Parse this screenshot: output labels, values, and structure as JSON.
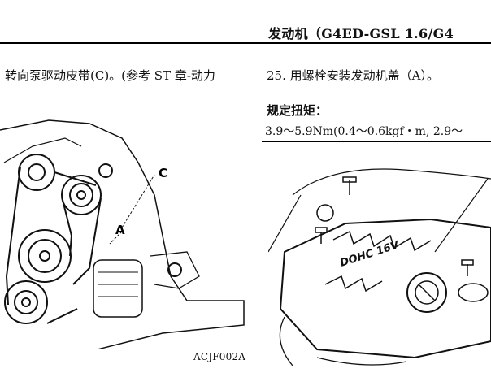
{
  "header": {
    "title": "发动机（G4ED-GSL 1.6/G4"
  },
  "left": {
    "text": "转向泵驱动皮带(C)。(参考 ST 章-动力",
    "figure": {
      "callout_a": "A",
      "callout_c": "C",
      "code": "ACJF002A"
    }
  },
  "right": {
    "step": "25. 用螺栓安装发动机盖（A）。",
    "torque_title": "规定扭矩：",
    "torque_value": "3.9～5.9Nm(0.4～0.6kgf・m, 2.9～",
    "figure": {
      "cover_text": "DOHC 16V"
    }
  }
}
